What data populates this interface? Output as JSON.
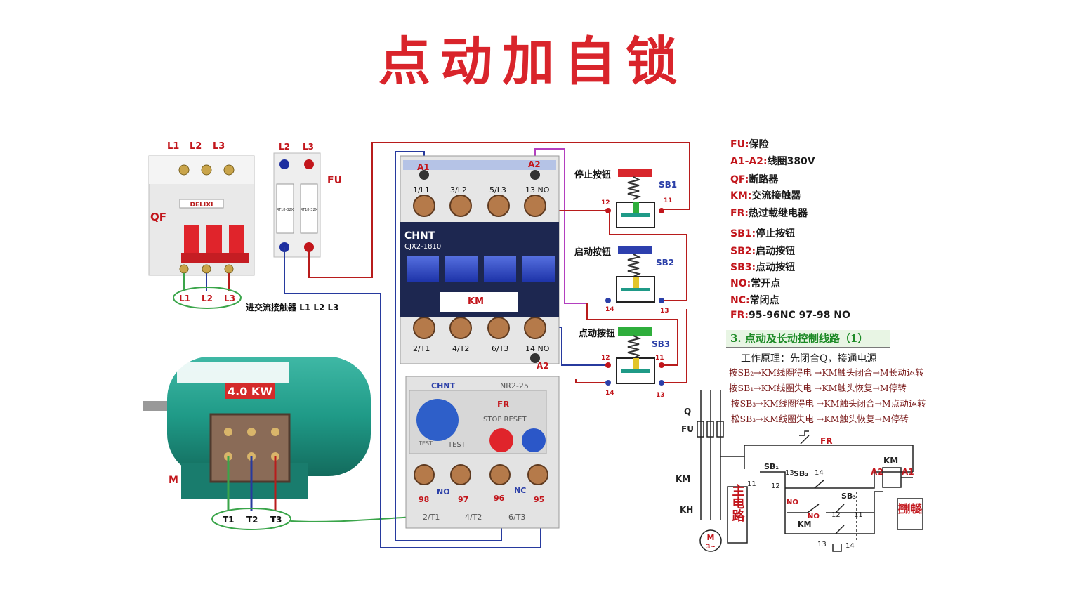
{
  "title": "点动加自锁",
  "colors": {
    "red": "#c2151b",
    "blue": "#2b3fa8",
    "green": "#1c8a25",
    "wire_red": "#b81c1c",
    "wire_blue": "#273a9e",
    "wire_green": "#3aa54a",
    "motor": "#1f9a87"
  },
  "breaker": {
    "label": "QF",
    "brand": "DELIXI",
    "phases": [
      "L1",
      "L2",
      "L3"
    ],
    "bottom_phases": [
      "L1",
      "L2",
      "L3"
    ],
    "note": "进交流接触器 L1 L2 L3"
  },
  "fuse": {
    "label": "FU",
    "phases": [
      "L2",
      "L3"
    ],
    "model": "RT18-32X"
  },
  "motor": {
    "label": "M",
    "power": "4.0 KW",
    "terminals": [
      "T1",
      "T2",
      "T3"
    ]
  },
  "contactor": {
    "brand": "CHNT",
    "model": "CJX2-1810",
    "label": "KM",
    "coil_top": "A1",
    "coil_top2": "A2",
    "coil_bottom": "A2",
    "top_terminals": [
      "1/L1",
      "3/L2",
      "5/L3",
      "13  NO"
    ],
    "bottom_terminals": [
      "2/T1",
      "4/T2",
      "6/T3",
      "14  NO"
    ]
  },
  "relay": {
    "brand": "CHNT",
    "model": "NR2-25",
    "label": "FR",
    "buttons": "STOP  RESET",
    "test": "TEST",
    "test2": "TEST",
    "terminals": [
      "98",
      "97",
      "96",
      "95"
    ],
    "no": "NO",
    "nc": "NC",
    "bottom": [
      "2/T1",
      "4/T2",
      "6/T3"
    ]
  },
  "buttons": [
    {
      "name": "停止按钮",
      "id": "SB1",
      "left": "12",
      "right": "11",
      "color": "#d8262c"
    },
    {
      "name": "启动按钮",
      "id": "SB2",
      "left": "14",
      "right": "13",
      "color": "#2d3fae"
    },
    {
      "name": "点动按钮",
      "id": "SB3",
      "top_left": "12",
      "top_right": "11",
      "left": "14",
      "right": "13",
      "color": "#2fae3c"
    }
  ],
  "legend": [
    {
      "key": "FU",
      "text": "保险"
    },
    {
      "key": "A1-A2",
      "text": "线圈380V"
    },
    {
      "key": "QF",
      "text": "断路器"
    },
    {
      "key": "KM",
      "text": "交流接触器"
    },
    {
      "key": "FR",
      "text": "热过载继电器"
    },
    {
      "key": "SB1",
      "text": "停止按钮"
    },
    {
      "key": "SB2",
      "text": "启动按钮"
    },
    {
      "key": "SB3",
      "text": "点动按钮"
    },
    {
      "key": "NO",
      "text": "常开点"
    },
    {
      "key": "NC",
      "text": "常闭点"
    },
    {
      "key": "FR",
      "text": "95-96NC  97-98 NO"
    }
  ],
  "schematic": {
    "heading": "3. 点动及长动控制线路（1）",
    "principle": "工作原理：先闭合Q，接通电源",
    "ops": [
      "按SB₂→KM线圈得电  →KM触头闭合→M长动运转",
      "按SB₁→KM线圈失电  →KM触头恢复→M停转",
      "按SB₃→KM线圈得电  →KM触头闭合→M点动运转",
      "松SB₃→KM线圈失电  →KM触头恢复→M停转"
    ],
    "labels": {
      "Q": "Q",
      "FU": "FU",
      "KM": "KM",
      "KH": "KH",
      "FR": "FR",
      "SB1": "SB₁",
      "SB2": "SB₂",
      "SB3": "SB₃",
      "A2": "A2",
      "A1": "A1",
      "KMcoil": "KM",
      "main": "主电路",
      "control": "控制电路",
      "motor": "M",
      "motor_sub": "3~",
      "NO": "NO",
      "NO2": "NO",
      "KM2": "KM",
      "n11": "11",
      "n12": "12",
      "n13": "13",
      "n14": "14",
      "n12b": "12",
      "n11b": "11",
      "n13b": "13",
      "n14b": "14"
    }
  }
}
